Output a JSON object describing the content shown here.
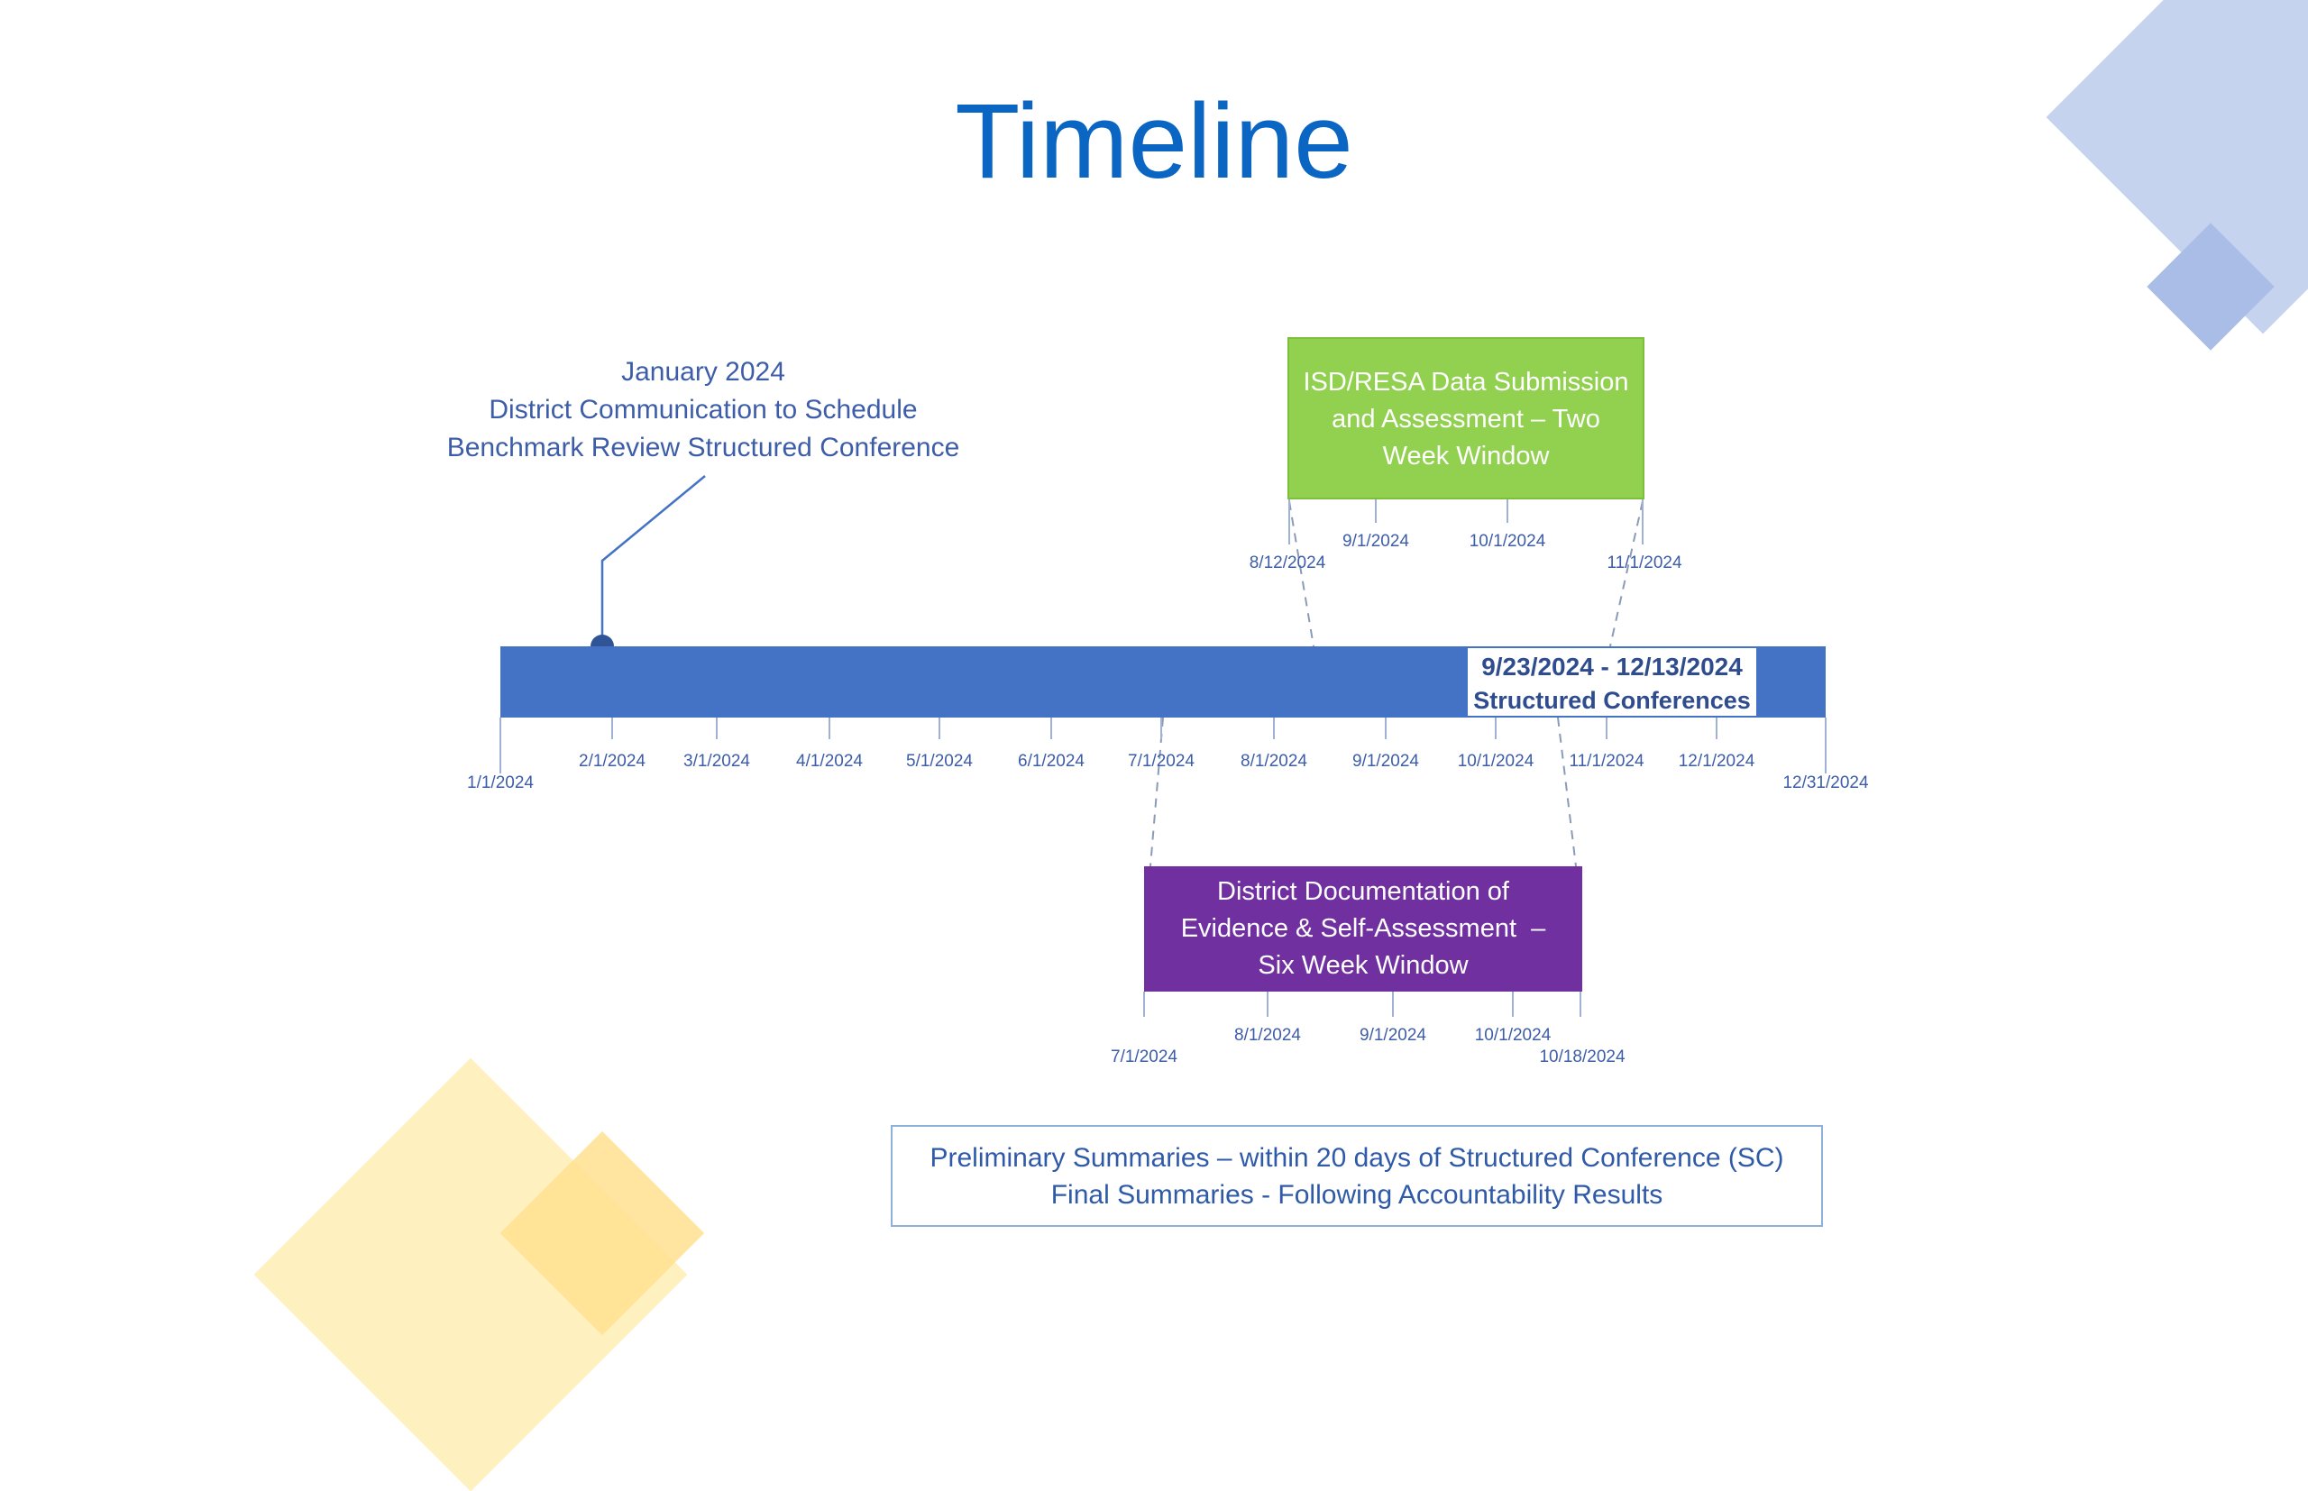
{
  "title": "Timeline",
  "colors": {
    "title": "#0a66c2",
    "timeline_bar": "#4472c4",
    "data_submission_box": "#92d050",
    "documentation_box": "#7030a0",
    "text_blue": "#3d5da8",
    "deco_blue": "#b4c6ea",
    "deco_yellow": "#ffe08a"
  },
  "callout": {
    "line1": "January 2024",
    "line2": "District Communication to Schedule",
    "line3": "Benchmark Review Structured Conference"
  },
  "main_timeline": {
    "start": "1/1/2024",
    "end": "12/31/2024",
    "ticks": [
      "2/1/2024",
      "3/1/2024",
      "4/1/2024",
      "5/1/2024",
      "6/1/2024",
      "7/1/2024",
      "8/1/2024",
      "9/1/2024",
      "10/1/2024",
      "11/1/2024",
      "12/1/2024"
    ],
    "highlight": {
      "range": "9/23/2024 - 12/13/2024",
      "label": "Structured Conferences"
    }
  },
  "data_submission": {
    "line1": "ISD/RESA Data Submission",
    "line2": "and Assessment – Two",
    "line3": "Week Window",
    "start": "8/12/2024",
    "end": "11/1/2024",
    "ticks": [
      "9/1/2024",
      "10/1/2024"
    ]
  },
  "documentation": {
    "line1": "District Documentation of",
    "line2": "Evidence & Self-Assessment  –",
    "line3": "Six Week Window",
    "start": "7/1/2024",
    "end": "10/18/2024",
    "ticks": [
      "8/1/2024",
      "9/1/2024",
      "10/1/2024"
    ]
  },
  "note": {
    "line1": "Preliminary Summaries – within 20 days of Structured Conference (SC)",
    "line2": "Final Summaries - Following Accountability Results"
  }
}
